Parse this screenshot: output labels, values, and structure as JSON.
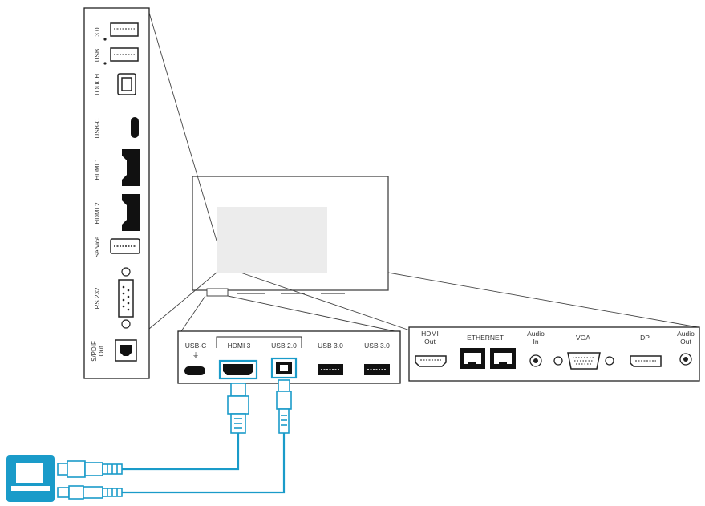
{
  "side_panel": {
    "ports": [
      {
        "label": "3.0"
      },
      {
        "label": "USB"
      },
      {
        "label": "TOUCH"
      },
      {
        "label": "USB-C"
      },
      {
        "label": "HDMI 1"
      },
      {
        "label": "HDMI 2"
      },
      {
        "label": "Service"
      },
      {
        "label": "RS 232"
      },
      {
        "label": "S/PDIF Out"
      }
    ]
  },
  "bottom_left_panel": {
    "ports": [
      {
        "label": "USB-C"
      },
      {
        "label": "HDMI 3"
      },
      {
        "label": "USB 2.0"
      },
      {
        "label": "USB 3.0"
      },
      {
        "label": "USB 3.0"
      }
    ]
  },
  "bottom_right_panel": {
    "ports": [
      {
        "label": "HDMI Out"
      },
      {
        "label": "ETHERNET"
      },
      {
        "label": "Audio In"
      },
      {
        "label": "VGA"
      },
      {
        "label": "DP"
      },
      {
        "label": "Audio Out"
      }
    ]
  },
  "colors": {
    "cable": "#1a9bc9",
    "panel_line": "#222222",
    "display_screen": "#eeeeee"
  },
  "icons": [
    "laptop-icon",
    "hdmi-connector-icon",
    "usb-b-connector-icon"
  ]
}
